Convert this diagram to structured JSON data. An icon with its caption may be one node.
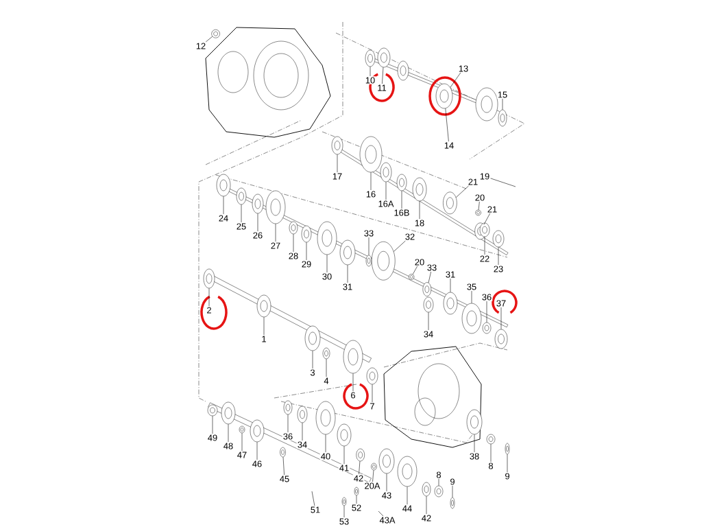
{
  "diagram": {
    "nodes": [
      {
        "text": [
          "12"
        ]
      },
      {
        "text": [
          "10"
        ]
      },
      {
        "text": [
          "11"
        ]
      },
      {
        "text": [
          "13"
        ]
      },
      {
        "text": [
          "15"
        ]
      },
      {
        "text": [
          "14"
        ]
      },
      {
        "text": [
          "17"
        ]
      },
      {
        "text": [
          "16"
        ]
      },
      {
        "text": [
          "16A"
        ]
      },
      {
        "text": [
          "16B"
        ]
      },
      {
        "text": [
          "18"
        ]
      },
      {
        "text": [
          "21"
        ]
      },
      {
        "text": [
          "19"
        ]
      },
      {
        "text": [
          "20"
        ]
      },
      {
        "text": [
          "21"
        ]
      },
      {
        "text": [
          "22"
        ]
      },
      {
        "text": [
          "23"
        ]
      },
      {
        "text": [
          "24"
        ]
      },
      {
        "text": [
          "25"
        ]
      },
      {
        "text": [
          "26"
        ]
      },
      {
        "text": [
          "27"
        ]
      },
      {
        "text": [
          "28"
        ]
      },
      {
        "text": [
          "29"
        ]
      },
      {
        "text": [
          "30"
        ]
      },
      {
        "text": [
          "31"
        ]
      },
      {
        "text": [
          "33"
        ]
      },
      {
        "text": [
          "32"
        ]
      },
      {
        "text": [
          "20"
        ]
      },
      {
        "text": [
          "33"
        ]
      },
      {
        "text": [
          "31"
        ]
      },
      {
        "text": [
          "35"
        ]
      },
      {
        "text": [
          "36"
        ]
      },
      {
        "text": [
          "37"
        ]
      },
      {
        "text": [
          "34"
        ]
      },
      {
        "text": [
          "2"
        ]
      },
      {
        "text": [
          "1"
        ]
      },
      {
        "text": [
          "3"
        ]
      },
      {
        "text": [
          "4"
        ]
      },
      {
        "text": [
          "6"
        ]
      },
      {
        "text": [
          "7"
        ]
      },
      {
        "text": [
          "49"
        ]
      },
      {
        "text": [
          "48"
        ]
      },
      {
        "text": [
          "47"
        ]
      },
      {
        "text": [
          "46"
        ]
      },
      {
        "text": [
          "45"
        ]
      },
      {
        "text": [
          "36"
        ]
      },
      {
        "text": [
          "34"
        ]
      },
      {
        "text": [
          "40"
        ]
      },
      {
        "text": [
          "41"
        ]
      },
      {
        "text": [
          "42"
        ]
      },
      {
        "text": [
          "20A"
        ]
      },
      {
        "text": [
          "43"
        ]
      },
      {
        "text": [
          "44"
        ]
      },
      {
        "text": [
          "42"
        ]
      },
      {
        "text": [
          "8"
        ]
      },
      {
        "text": [
          "9"
        ]
      },
      {
        "text": [
          "38"
        ]
      },
      {
        "text": [
          "8"
        ]
      },
      {
        "text": [
          "9"
        ]
      },
      {
        "text": [
          "51"
        ]
      },
      {
        "text": [
          "52"
        ]
      },
      {
        "text": [
          "53"
        ]
      },
      {
        "text": [
          "43A"
        ]
      },
      {
        "text": [],
        "shape": "picture"
      },
      {
        "text": [],
        "shape": "picture"
      },
      {
        "text": [],
        "shape": "picture"
      },
      {
        "text": [],
        "shape": "picture"
      },
      {
        "text": [],
        "shape": "picture"
      },
      {
        "text": [],
        "shape": "picture"
      },
      {
        "text": [],
        "shape": "picture"
      },
      {
        "text": [],
        "shape": "picture"
      },
      {
        "text": [],
        "shape": "picture"
      },
      {
        "text": [],
        "shape": "picture"
      },
      {
        "text": [],
        "shape": "picture"
      },
      {
        "text": [],
        "shape": "picture"
      },
      {
        "text": [],
        "shape": "picture"
      },
      {
        "text": [],
        "shape": "picture"
      },
      {
        "text": [],
        "shape": "picture"
      },
      {
        "text": [],
        "shape": "picture"
      },
      {
        "text": [],
        "shape": "picture"
      },
      {
        "text": [],
        "shape": "picture"
      },
      {
        "text": [],
        "shape": "picture"
      },
      {
        "text": [],
        "shape": "picture"
      },
      {
        "text": [],
        "shape": "picture"
      },
      {
        "text": [],
        "shape": "picture"
      },
      {
        "text": [],
        "shape": "picture"
      },
      {
        "text": [],
        "shape": "picture"
      },
      {
        "text": [],
        "shape": "picture"
      },
      {
        "text": [],
        "shape": "picture"
      },
      {
        "text": [],
        "shape": "picture"
      },
      {
        "text": [],
        "shape": "picture"
      },
      {
        "text": [],
        "shape": "picture"
      },
      {
        "text": [],
        "shape": "picture"
      },
      {
        "text": [],
        "shape": "picture"
      },
      {
        "text": [],
        "shape": "picture"
      },
      {
        "text": [],
        "shape": "picture"
      },
      {
        "text": [],
        "shape": "picture"
      },
      {
        "text": [],
        "shape": "picture"
      },
      {
        "text": [],
        "shape": "picture"
      },
      {
        "text": [],
        "shape": "picture"
      },
      {
        "text": [],
        "shape": "picture"
      },
      {
        "text": [],
        "shape": "picture"
      },
      {
        "text": [],
        "shape": "picture"
      },
      {
        "text": [],
        "shape": "picture"
      },
      {
        "text": [],
        "shape": "picture"
      },
      {
        "text": [],
        "shape": "picture"
      },
      {
        "text": [],
        "shape": "picture"
      },
      {
        "text": [],
        "shape": "picture"
      },
      {
        "text": [],
        "shape": "picture"
      },
      {
        "text": [],
        "shape": "picture"
      },
      {
        "text": [],
        "shape": "picture"
      },
      {
        "text": [],
        "shape": "picture"
      },
      {
        "text": [],
        "shape": "picture"
      },
      {
        "text": [],
        "shape": "picture"
      },
      {
        "text": [],
        "shape": "picture"
      },
      {
        "text": [],
        "shape": "picture"
      },
      {
        "text": [],
        "shape": "picture"
      },
      {
        "text": [],
        "shape": "picture"
      },
      {
        "text": [],
        "shape": "picture"
      },
      {
        "text": [],
        "shape": "picture"
      },
      {
        "text": [],
        "shape": "picture"
      },
      {
        "text": [],
        "shape": "picture"
      },
      {
        "text": [],
        "shape": "picture"
      },
      {
        "text": [],
        "shape": "picture"
      }
    ],
    "edges": [
      {
        "from": 0,
        "to": 63,
        "arrow": "none"
      },
      {
        "from": 1,
        "to": 64,
        "arrow": "none"
      },
      {
        "from": 2,
        "to": 65,
        "arrow": "none"
      },
      {
        "from": 3,
        "to": 120,
        "arrow": "none"
      },
      {
        "from": 4,
        "to": 66,
        "arrow": "none"
      },
      {
        "from": 5,
        "to": 120,
        "arrow": "none"
      },
      {
        "from": 6,
        "to": 67,
        "arrow": "none"
      },
      {
        "from": 7,
        "to": 68,
        "arrow": "none"
      },
      {
        "from": 8,
        "to": 69,
        "arrow": "none"
      },
      {
        "from": 9,
        "to": 70,
        "arrow": "none"
      },
      {
        "from": 10,
        "to": 71,
        "arrow": "none"
      },
      {
        "from": 11,
        "to": 72,
        "arrow": "none"
      },
      {
        "from": 12,
        "to": null,
        "arrow": "none"
      },
      {
        "from": 13,
        "to": 73,
        "arrow": "none"
      },
      {
        "from": 14,
        "to": 74,
        "arrow": "none"
      },
      {
        "from": 15,
        "to": 75,
        "arrow": "none"
      },
      {
        "from": 16,
        "to": 76,
        "arrow": "none"
      },
      {
        "from": 17,
        "to": 77,
        "arrow": "none"
      },
      {
        "from": 18,
        "to": 78,
        "arrow": "none"
      },
      {
        "from": 19,
        "to": 79,
        "arrow": "none"
      },
      {
        "from": 20,
        "to": 80,
        "arrow": "none"
      },
      {
        "from": 21,
        "to": 81,
        "arrow": "none"
      },
      {
        "from": 22,
        "to": 82,
        "arrow": "none"
      },
      {
        "from": 23,
        "to": 83,
        "arrow": "none"
      },
      {
        "from": 24,
        "to": 84,
        "arrow": "none"
      },
      {
        "from": 25,
        "to": 85,
        "arrow": "none"
      },
      {
        "from": 26,
        "to": 86,
        "arrow": "none"
      },
      {
        "from": 27,
        "to": 87,
        "arrow": "none"
      },
      {
        "from": 28,
        "to": 88,
        "arrow": "none"
      },
      {
        "from": 29,
        "to": 89,
        "arrow": "none"
      },
      {
        "from": 30,
        "to": 90,
        "arrow": "none"
      },
      {
        "from": 31,
        "to": 91,
        "arrow": "none"
      },
      {
        "from": 32,
        "to": 92,
        "arrow": "none"
      },
      {
        "from": 33,
        "to": 93,
        "arrow": "none"
      },
      {
        "from": 34,
        "to": 94,
        "arrow": "none"
      },
      {
        "from": 35,
        "to": 95,
        "arrow": "none"
      },
      {
        "from": 36,
        "to": 96,
        "arrow": "none"
      },
      {
        "from": 37,
        "to": 97,
        "arrow": "none"
      },
      {
        "from": 38,
        "to": 98,
        "arrow": "none"
      },
      {
        "from": 39,
        "to": 99,
        "arrow": "none"
      },
      {
        "from": 40,
        "to": 100,
        "arrow": "none"
      },
      {
        "from": 41,
        "to": 101,
        "arrow": "none"
      },
      {
        "from": 42,
        "to": 102,
        "arrow": "none"
      },
      {
        "from": 43,
        "to": 103,
        "arrow": "none"
      },
      {
        "from": 44,
        "to": 123,
        "arrow": "none"
      },
      {
        "from": 45,
        "to": 104,
        "arrow": "none"
      },
      {
        "from": 46,
        "to": 105,
        "arrow": "none"
      },
      {
        "from": 47,
        "to": 106,
        "arrow": "none"
      },
      {
        "from": 48,
        "to": 107,
        "arrow": "none"
      },
      {
        "from": 49,
        "to": 108,
        "arrow": "none"
      },
      {
        "from": 50,
        "to": 109,
        "arrow": "none"
      },
      {
        "from": 51,
        "to": 110,
        "arrow": "none"
      },
      {
        "from": 52,
        "to": 111,
        "arrow": "none"
      },
      {
        "from": 53,
        "to": 112,
        "arrow": "none"
      },
      {
        "from": 54,
        "to": 113,
        "arrow": "none"
      },
      {
        "from": 55,
        "to": 114,
        "arrow": "none"
      },
      {
        "from": 56,
        "to": 115,
        "arrow": "none"
      },
      {
        "from": 57,
        "to": 116,
        "arrow": "none"
      },
      {
        "from": 58,
        "to": 117,
        "arrow": "none"
      },
      {
        "from": 59,
        "to": null,
        "arrow": "none"
      },
      {
        "from": 60,
        "to": 118,
        "arrow": "none"
      },
      {
        "from": 61,
        "to": 119,
        "arrow": "none"
      },
      {
        "from": 62,
        "to": null,
        "arrow": "none"
      }
    ]
  }
}
